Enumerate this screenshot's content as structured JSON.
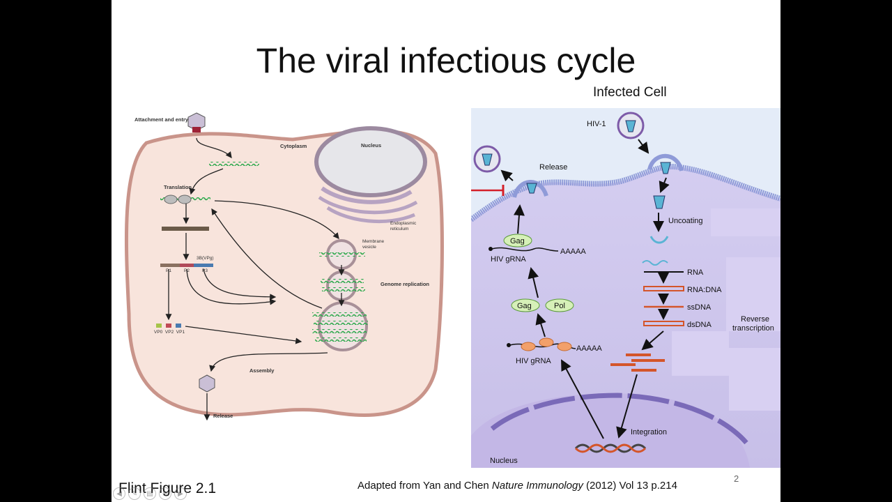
{
  "slide": {
    "title": "The viral infectious cycle",
    "infected_cell_label": "Infected Cell",
    "footer_left": "Flint Figure 2.1",
    "footer_credit_prefix": "Adapted from Yan and Chen ",
    "footer_credit_journal": "Nature Immunology",
    "footer_credit_suffix": " (2012) Vol 13 p.214",
    "page_number": "2"
  },
  "left_diagram": {
    "attachment": "Attachment and entry",
    "cytoplasm": "Cytoplasm",
    "nucleus": "Nucleus",
    "translation": "Translation",
    "er_line1": "Endoplasmic",
    "er_line2": "reticulum",
    "membrane_line1": "Membrane",
    "membrane_line2": "vesicle",
    "genome_replication": "Genome replication",
    "vpg": "3B(VPg)",
    "p1": "P1",
    "p2": "P2",
    "p3": "P3",
    "vp_labels": "VP0  VP2  VP1",
    "assembly": "Assembly",
    "release": "Release"
  },
  "right_diagram": {
    "hiv1": "HIV-1",
    "release": "Release",
    "uncoating": "Uncoating",
    "gag_top": "Gag",
    "hiv_grna_top": "HIV gRNA",
    "aaaaa_top": "AAAAA",
    "gag_mid": "Gag",
    "pol_mid": "Pol",
    "aaaaa_bottom": "AAAAA",
    "hiv_grna_bottom": "HIV gRNA",
    "rna": "RNA",
    "rna_dna": "RNA:DNA",
    "ssdna": "ssDNA",
    "dsdna": "dsDNA",
    "reverse_line1": "Reverse",
    "reverse_line2": "transcription",
    "integration": "Integration",
    "nucleus": "Nucleus"
  }
}
